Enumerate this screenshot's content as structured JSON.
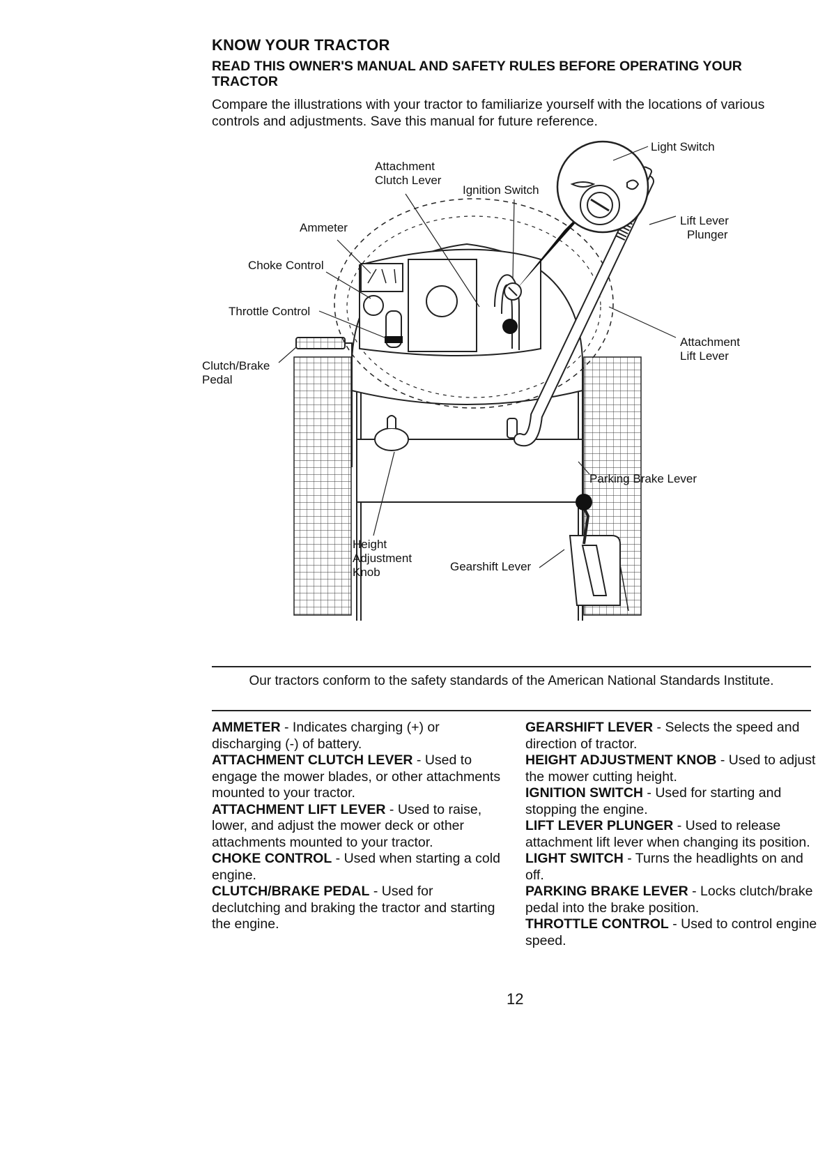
{
  "page": {
    "title": "KNOW YOUR TRACTOR",
    "subtitle": "READ THIS OWNER'S MANUAL AND SAFETY RULES BEFORE OPERATING YOUR TRACTOR",
    "intro": "Compare the illustrations with your tractor to familiarize yourself with the locations of various controls and adjustments.  Save this manual for future reference.",
    "conformity": "Our tractors conform to the safety standards of the American National Standards Institute.",
    "page_number": "12"
  },
  "diagram_labels": {
    "attachment_clutch_1": "Attachment",
    "attachment_clutch_2": "Clutch Lever",
    "ignition_switch": "Ignition Switch",
    "light_switch": "Light Switch",
    "lift_plunger_1": "Lift Lever",
    "lift_plunger_2": "Plunger",
    "ammeter": "Ammeter",
    "choke_control": "Choke Control",
    "throttle_control": "Throttle Control",
    "clutch_brake_1": "Clutch/Brake",
    "clutch_brake_2": "Pedal",
    "lift_lever_1": "Attachment",
    "lift_lever_2": "Lift Lever",
    "parking_brake": "Parking Brake Lever",
    "height_knob_1": "Height",
    "height_knob_2": "Adjustment",
    "height_knob_3": "Knob",
    "gearshift": "Gearshift Lever"
  },
  "definitions_left": [
    {
      "term": "AMMETER",
      "desc": " - Indicates charging (+) or discharging (-) of battery."
    },
    {
      "term": "ATTACHMENT CLUTCH LEVER",
      "desc": " - Used to engage the mower blades, or other attachments mounted to your tractor."
    },
    {
      "term": "ATTACHMENT LIFT LEVER",
      "desc": " - Used to raise, lower, and adjust the mower deck or other attachments mounted to your tractor."
    },
    {
      "term": "CHOKE CONTROL",
      "desc": " - Used when starting a cold engine."
    },
    {
      "term": "CLUTCH/BRAKE PEDAL",
      "desc": " - Used for declutching and braking the tractor and starting the engine."
    }
  ],
  "definitions_right": [
    {
      "term": "GEARSHIFT LEVER",
      "desc": " - Selects the speed and direction of tractor."
    },
    {
      "term": "HEIGHT ADJUSTMENT KNOB",
      "desc": " - Used to adjust the mower cutting height."
    },
    {
      "term": "IGNITION SWITCH",
      "desc": " - Used for starting and stopping the engine."
    },
    {
      "term": "LIFT LEVER PLUNGER",
      "desc": " - Used to release attachment lift lever when changing its position."
    },
    {
      "term": "LIGHT SWITCH",
      "desc": " - Turns the headlights on and off."
    },
    {
      "term": "PARKING BRAKE LEVER",
      "desc": " - Locks clutch/brake pedal into the brake position."
    },
    {
      "term": "THROTTLE CONTROL",
      "desc": " -  Used to control engine speed."
    }
  ]
}
